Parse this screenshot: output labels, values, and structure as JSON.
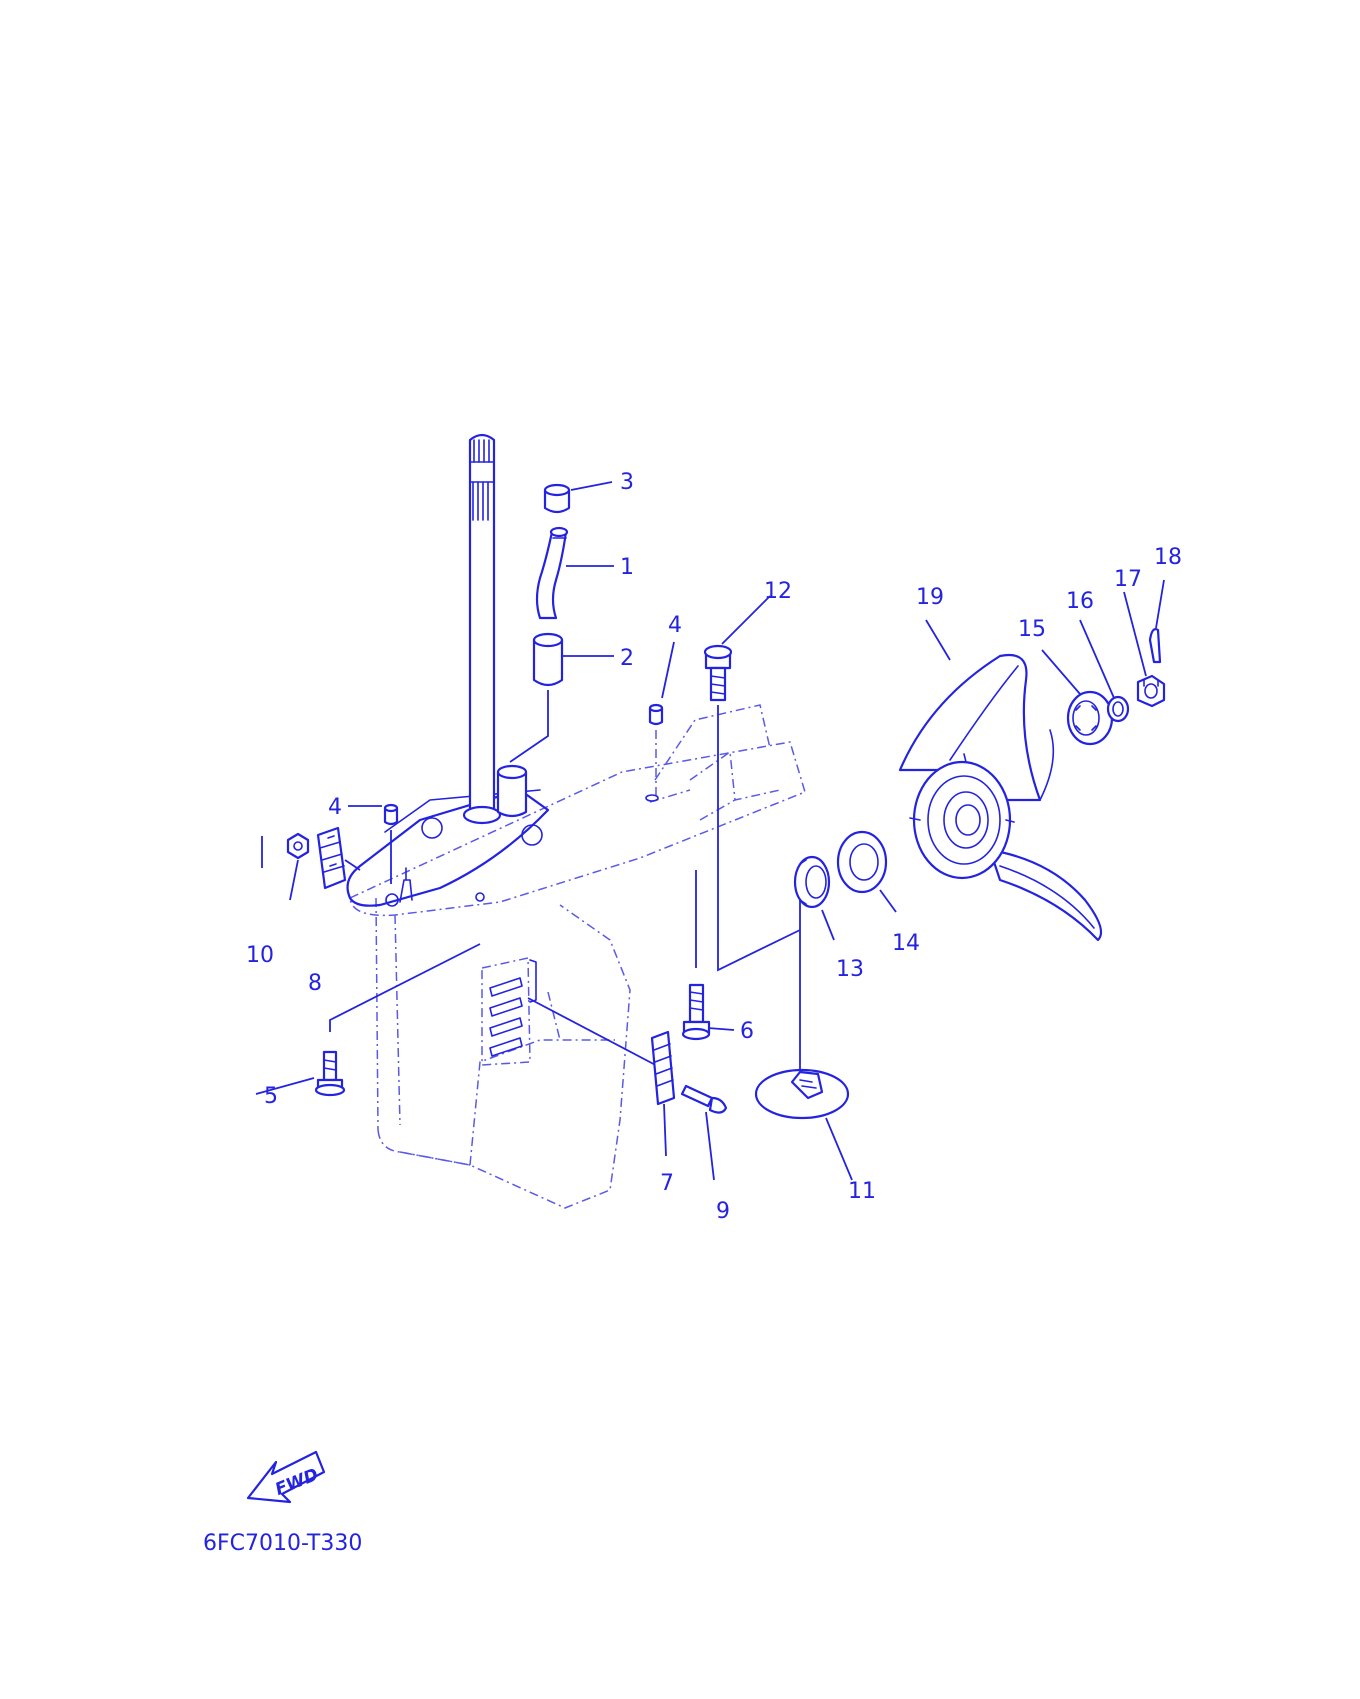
{
  "diagram": {
    "code": "6FC7010-T330",
    "fwd_label": "FWD",
    "callouts": [
      {
        "id": "c1",
        "text": "1"
      },
      {
        "id": "c2",
        "text": "2"
      },
      {
        "id": "c3",
        "text": "3"
      },
      {
        "id": "c4a",
        "text": "4"
      },
      {
        "id": "c4b",
        "text": "4"
      },
      {
        "id": "c5",
        "text": "5"
      },
      {
        "id": "c6",
        "text": "6"
      },
      {
        "id": "c7",
        "text": "7"
      },
      {
        "id": "c8",
        "text": "8"
      },
      {
        "id": "c9",
        "text": "9"
      },
      {
        "id": "c10",
        "text": "10"
      },
      {
        "id": "c11",
        "text": "11"
      },
      {
        "id": "c12",
        "text": "12"
      },
      {
        "id": "c13",
        "text": "13"
      },
      {
        "id": "c14",
        "text": "14"
      },
      {
        "id": "c15",
        "text": "15"
      },
      {
        "id": "c16",
        "text": "16"
      },
      {
        "id": "c17",
        "text": "17"
      },
      {
        "id": "c18",
        "text": "18"
      },
      {
        "id": "c19",
        "text": "19"
      }
    ],
    "colors": {
      "line": "#2323e0",
      "background": "#ffffff"
    }
  }
}
